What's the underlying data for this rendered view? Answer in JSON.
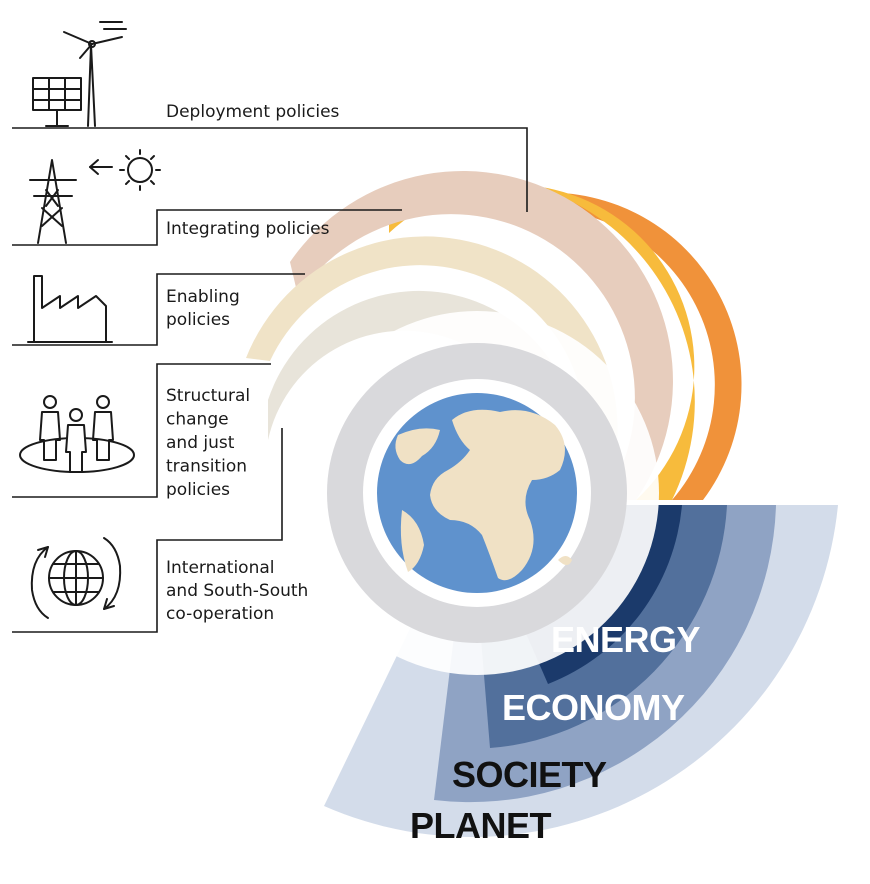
{
  "policies": [
    {
      "label": "Deployment policies",
      "icon": "solar-panel-wind-turbine-icon"
    },
    {
      "label": "Integrating policies",
      "icon": "transmission-tower-sun-icon"
    },
    {
      "label_lines": [
        "Enabling",
        "policies"
      ],
      "icon": "factory-icon"
    },
    {
      "label_lines": [
        "Structural",
        "change",
        "and just",
        "transition",
        "policies"
      ],
      "icon": "people-icon"
    },
    {
      "label_lines": [
        "International",
        "and South-South",
        "co-operation"
      ],
      "icon": "globe-cycle-icon"
    }
  ],
  "dimensions": [
    {
      "label": "ENERGY",
      "color": "#ffffff"
    },
    {
      "label": "ECONOMY",
      "color": "#ffffff"
    },
    {
      "label": "SOCIETY",
      "color": "#111111"
    },
    {
      "label": "PLANET",
      "color": "#111111"
    }
  ],
  "colors": {
    "deployment_arc": "#f0923a",
    "integrating_arc": "#f7bb3c",
    "enabling_arc": "#e7cdbd",
    "structural_arc": "#f0e3c7",
    "international_arc": "#e8e4da",
    "energy_sector": "#1b3a6b",
    "economy_sector": "#52709c",
    "society_sector": "#8fa3c4",
    "planet_sector": "#d3dcea",
    "globe_ocean": "#5f92cd",
    "globe_land": "#f0e1c5"
  }
}
